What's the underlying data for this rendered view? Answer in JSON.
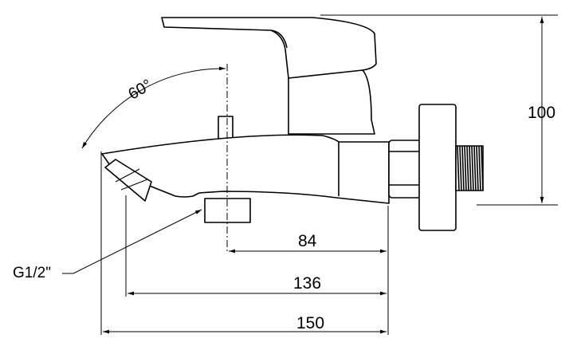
{
  "drawing": {
    "labels": {
      "angle": "60°",
      "height": "100",
      "dim_84": "84",
      "dim_136": "136",
      "dim_150": "150",
      "thread": "G1/2\""
    },
    "stroke_color": "#000000",
    "background": "#ffffff"
  }
}
